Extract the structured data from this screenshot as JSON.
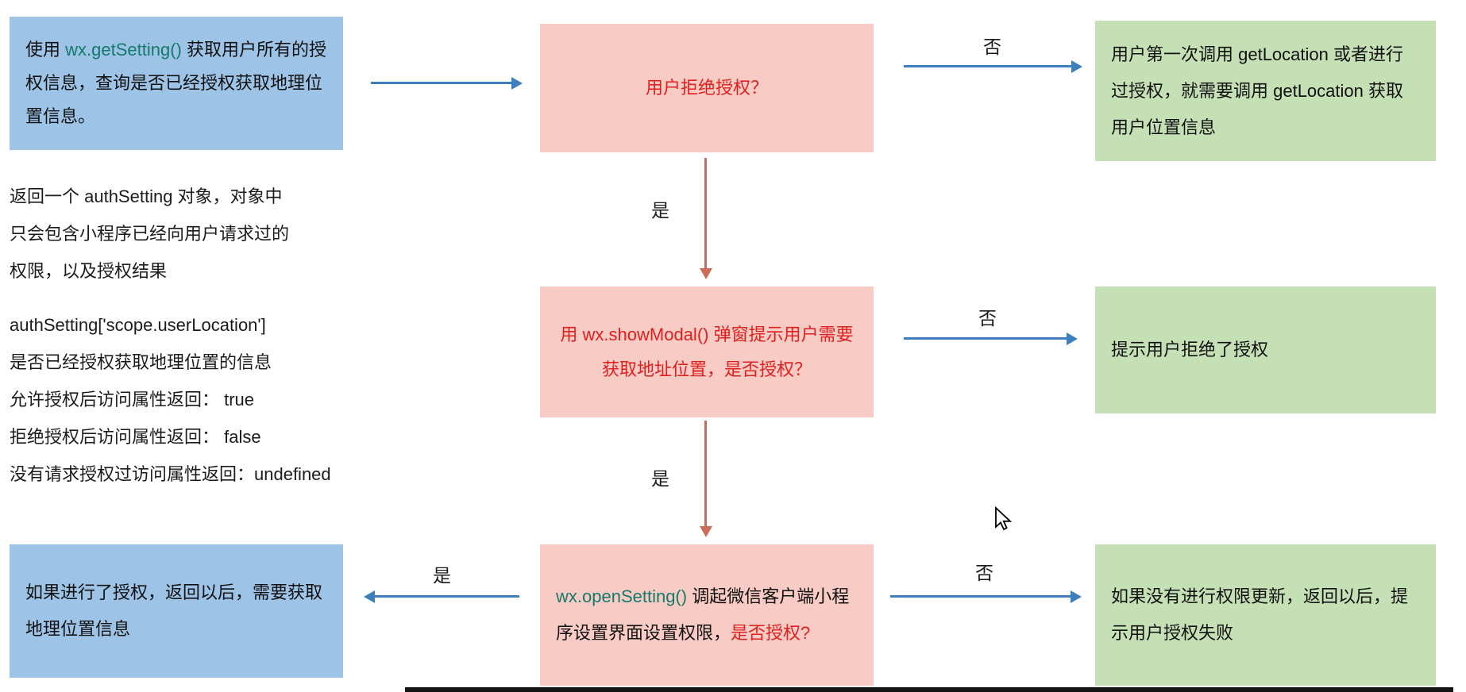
{
  "page": {
    "background": "#ffffff"
  },
  "labels": {
    "yes": "是",
    "no": "否"
  },
  "colors": {
    "node_blue": "#9dc3e6",
    "node_pink": "#f8cbc4",
    "node_green": "#c5e0b4",
    "arrow_blue": "#3d7ebf",
    "arrow_salmon": "#cd6a58",
    "text_red": "#e01f1f",
    "text_teal": "#15796b",
    "text_black": "#111111"
  },
  "flow": {
    "get_setting": {
      "prefix": "使用 ",
      "api": "wx.getSetting()",
      "suffix": " 获取用户所有的授权信息，查询是否已经授权获取地理位置信息。"
    },
    "deny_question": "用户拒绝授权？",
    "first_call": "用户第一次调用 getLocation 或者进行过授权，就需要调用 getLocation 获取用户位置信息",
    "show_modal": "用 wx.showModal()  弹窗提示用户需要获取地址位置，是否授权？",
    "deny_tip": "提示用户拒绝了授权",
    "open_setting": {
      "api": "wx.openSetting()",
      "middle": " 调起微信客户端小程序设置界面设置权限，",
      "question": "是否授权?"
    },
    "authorized": "如果进行了授权，返回以后，需要获取地理位置信息",
    "auth_failed": "如果没有进行权限更新，返回以后，提示用户授权失败"
  },
  "notes": {
    "para1": [
      "返回一个 authSetting 对象，对象中",
      "只会包含小程序已经向用户请求过的",
      "权限，以及授权结果"
    ],
    "para2": [
      "authSetting['scope.userLocation']",
      "是否已经授权获取地理位置的信息",
      "允许授权后访问属性返回：  true",
      "拒绝授权后访问属性返回：  false",
      "没有请求授权过访问属性返回：undefined"
    ]
  }
}
